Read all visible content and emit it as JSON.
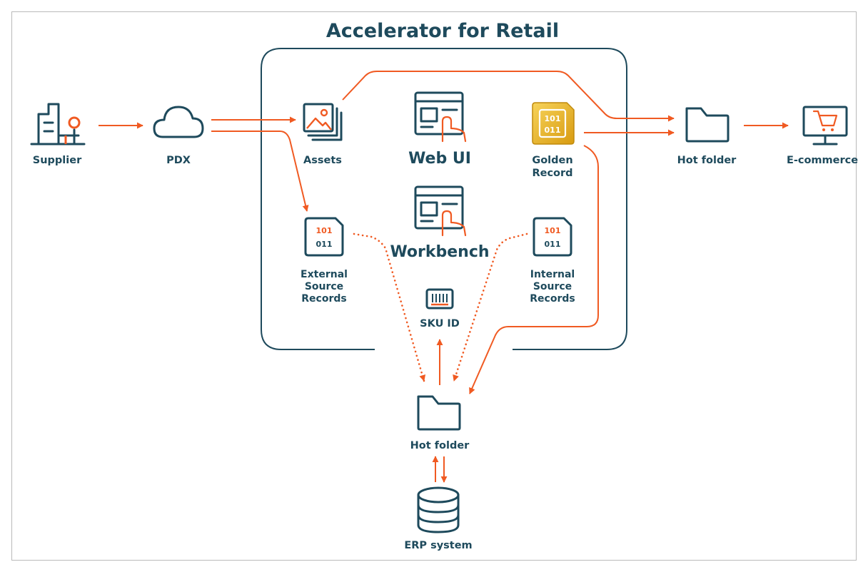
{
  "diagram": {
    "title": "Accelerator for Retail",
    "nodes": {
      "supplier": {
        "label": "Supplier",
        "icon": "building-icon"
      },
      "pdx": {
        "label": "PDX",
        "icon": "cloud-icon"
      },
      "assets": {
        "label": "Assets",
        "icon": "image-stack-icon"
      },
      "web_ui": {
        "label": "Web UI",
        "icon": "web-window-pointer-icon"
      },
      "golden_record": {
        "label_line1": "Golden",
        "label_line2": "Record",
        "icon": "golden-record-icon"
      },
      "hot_folder_right": {
        "label": "Hot folder",
        "icon": "folder-icon"
      },
      "ecommerce": {
        "label": "E-commerce",
        "icon": "monitor-cart-icon"
      },
      "external_source_records": {
        "label_line1": "External",
        "label_line2": "Source",
        "label_line3": "Records",
        "icon": "binary-card-icon"
      },
      "workbench": {
        "label": "Workbench",
        "icon": "workbench-window-pointer-icon"
      },
      "internal_source_records": {
        "label_line1": "Internal",
        "label_line2": "Source",
        "label_line3": "Records",
        "icon": "binary-card-icon"
      },
      "sku_id": {
        "label": "SKU ID",
        "icon": "barcode-icon"
      },
      "hot_folder_bottom": {
        "label": "Hot folder",
        "icon": "folder-icon"
      },
      "erp_system": {
        "label": "ERP system",
        "icon": "database-icon"
      }
    },
    "colors": {
      "primary": "#1e4a5c",
      "accent": "#f05a22",
      "gold": "#e8b21d",
      "frame_border": "#b9b9b9"
    }
  }
}
